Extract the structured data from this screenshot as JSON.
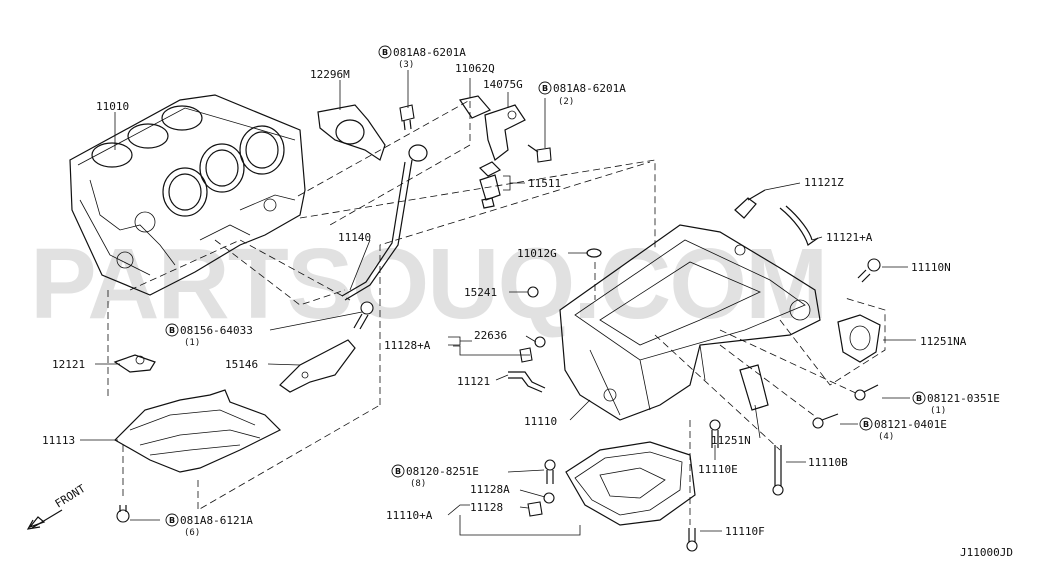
{
  "diagram_code": "J11000JD",
  "watermark": "PARTSOUQ.COM",
  "front_label": "FRONT",
  "labels": {
    "p11010": "11010",
    "p12296M": "12296M",
    "p081A8_6201A_a": "081A8-6201A",
    "p081A8_6201A_a_qty": "(3)",
    "p11062Q": "11062Q",
    "p14075G": "14075G",
    "p081A8_6201A_b": "081A8-6201A",
    "p081A8_6201A_b_qty": "(2)",
    "p11511": "11511",
    "p11140": "11140",
    "p08156_64033": "08156-64033",
    "p08156_64033_qty": "(1)",
    "p12121": "12121",
    "p15146": "15146",
    "p11113": "11113",
    "p081A8_6121A": "081A8-6121A",
    "p081A8_6121A_qty": "(6)",
    "p11121Z": "11121Z",
    "p11121A": "11121+A",
    "p11012G": "11012G",
    "p11110N": "11110N",
    "p15241": "15241",
    "p11128A_top": "11128+A",
    "p22636": "22636",
    "p11251NA": "11251NA",
    "p11121": "11121",
    "p11110": "11110",
    "p08121_0351E": "08121-0351E",
    "p08121_0351E_qty": "(1)",
    "p08121_0401E": "08121-0401E",
    "p08121_0401E_qty": "(4)",
    "p11251N": "11251N",
    "p08120_8251E": "08120-8251E",
    "p08120_8251E_qty": "(8)",
    "p11110E": "11110E",
    "p11110B": "11110B",
    "p11128A": "11128A",
    "p11110A": "11110+A",
    "p11128": "11128",
    "p11110F": "11110F",
    "bolt_marker": "B"
  }
}
